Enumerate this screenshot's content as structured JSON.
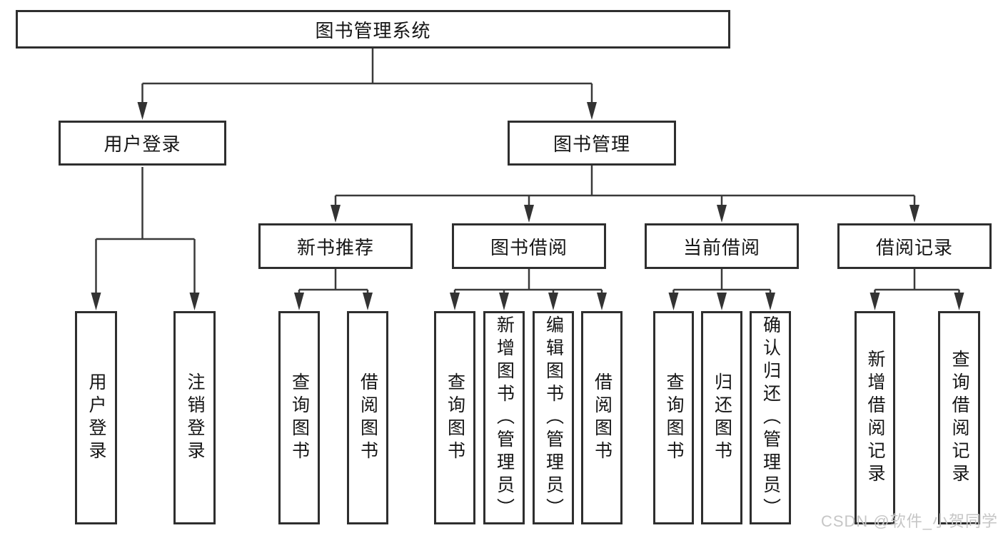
{
  "diagram": {
    "root": {
      "label": "图书管理系统"
    },
    "branches": [
      {
        "label": "用户登录",
        "children": [
          {
            "label": "用户登录"
          },
          {
            "label": "注销登录"
          }
        ]
      },
      {
        "label": "图书管理",
        "children": [
          {
            "label": "新书推荐",
            "children": [
              {
                "label": "查询图书"
              },
              {
                "label": "借阅图书"
              }
            ]
          },
          {
            "label": "图书借阅",
            "children": [
              {
                "label": "查询图书"
              },
              {
                "label": "新增图书（管理员）"
              },
              {
                "label": "编辑图书（管理员）"
              },
              {
                "label": "借阅图书"
              }
            ]
          },
          {
            "label": "当前借阅",
            "children": [
              {
                "label": "查询图书"
              },
              {
                "label": "归还图书"
              },
              {
                "label": "确认归还（管理员）"
              }
            ]
          },
          {
            "label": "借阅记录",
            "children": [
              {
                "label": "新增借阅记录"
              },
              {
                "label": "查询借阅记录"
              }
            ]
          }
        ]
      }
    ],
    "watermark": "CSDN @软件_小贺同学",
    "colors": {
      "line": "#3a3a3a",
      "box_border": "#2e2e2e",
      "box_fill": "#ffffff",
      "text": "#151515",
      "watermark": "#c6c6c6"
    }
  }
}
